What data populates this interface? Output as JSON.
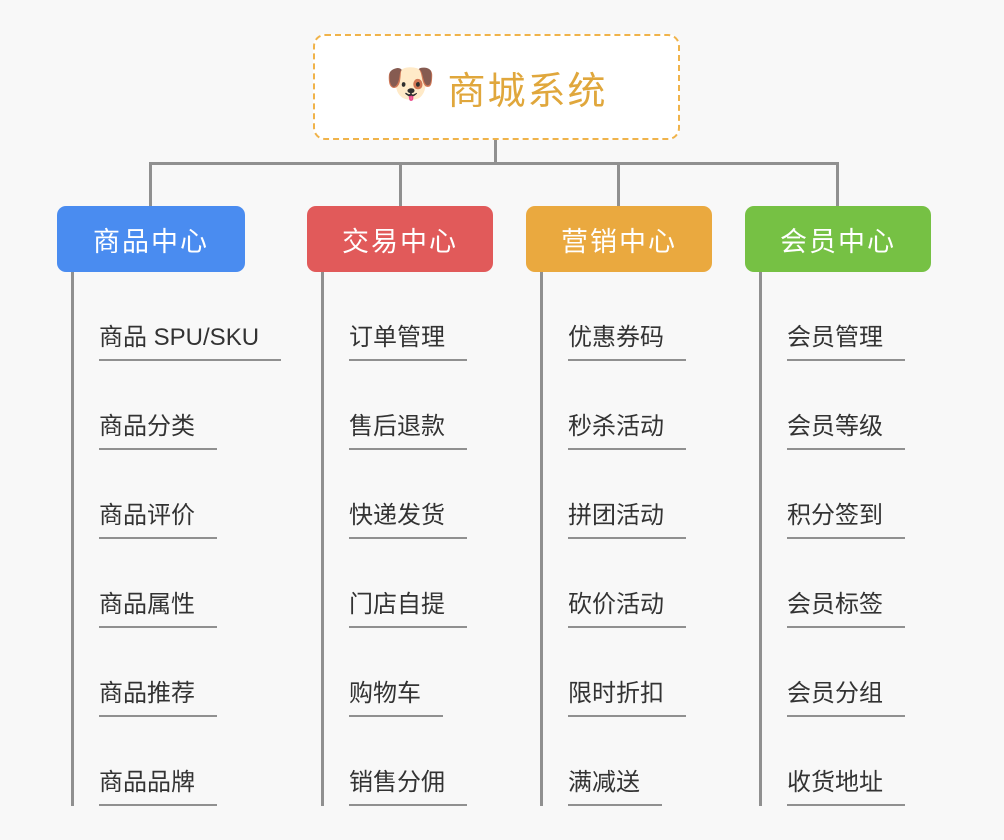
{
  "page": {
    "background": "#f8f8f8",
    "line_color": "#909090"
  },
  "root": {
    "icon": "shiba-dog-face-emoji",
    "emoji": "🐶",
    "title": "商城系统",
    "title_color": "#e0a73c",
    "border_color": "#f0b34a"
  },
  "branches": [
    {
      "title": "商品中心",
      "color": "#4a8cf0",
      "items": [
        "商品 SPU/SKU",
        "商品分类",
        "商品评价",
        "商品属性",
        "商品推荐",
        "商品品牌"
      ]
    },
    {
      "title": "交易中心",
      "color": "#e15a5a",
      "items": [
        "订单管理",
        "售后退款",
        "快递发货",
        "门店自提",
        "购物车",
        "销售分佣"
      ]
    },
    {
      "title": "营销中心",
      "color": "#eaa93f",
      "items": [
        "优惠券码",
        "秒杀活动",
        "拼团活动",
        "砍价活动",
        "限时折扣",
        "满减送"
      ]
    },
    {
      "title": "会员中心",
      "color": "#76c144",
      "items": [
        "会员管理",
        "会员等级",
        "积分签到",
        "会员标签",
        "会员分组",
        "收货地址"
      ]
    }
  ]
}
